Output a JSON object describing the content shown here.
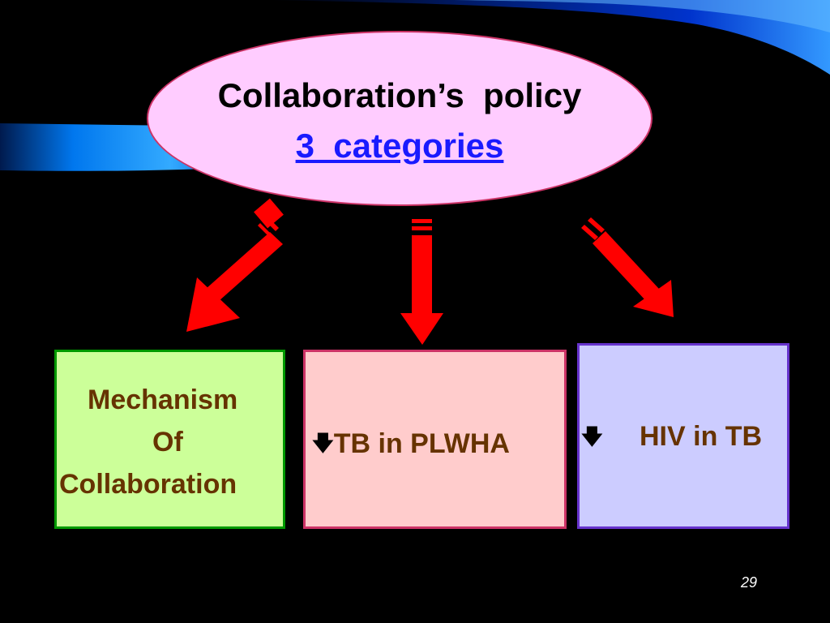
{
  "ellipse": {
    "title": "Collaboration’s  policy",
    "subtitle": "3  categories"
  },
  "boxes": {
    "left": {
      "lines": [
        "Mechanism",
        "Of",
        "Collaboration"
      ]
    },
    "middle": {
      "bullet": "🡇",
      "text": "TB in PLWHA"
    },
    "right": {
      "bullet": "🡇",
      "text": "HIV in TB"
    }
  },
  "page_number": "29",
  "colors": {
    "background": "#000000",
    "ellipse_fill": "#ffccff",
    "subtitle_link": "#1a1aff",
    "arrow": "#ff0000",
    "box_left_fill": "#ccff99",
    "box_middle_fill": "#ffcccc",
    "box_right_fill": "#ccccff",
    "box_text": "#663300"
  }
}
